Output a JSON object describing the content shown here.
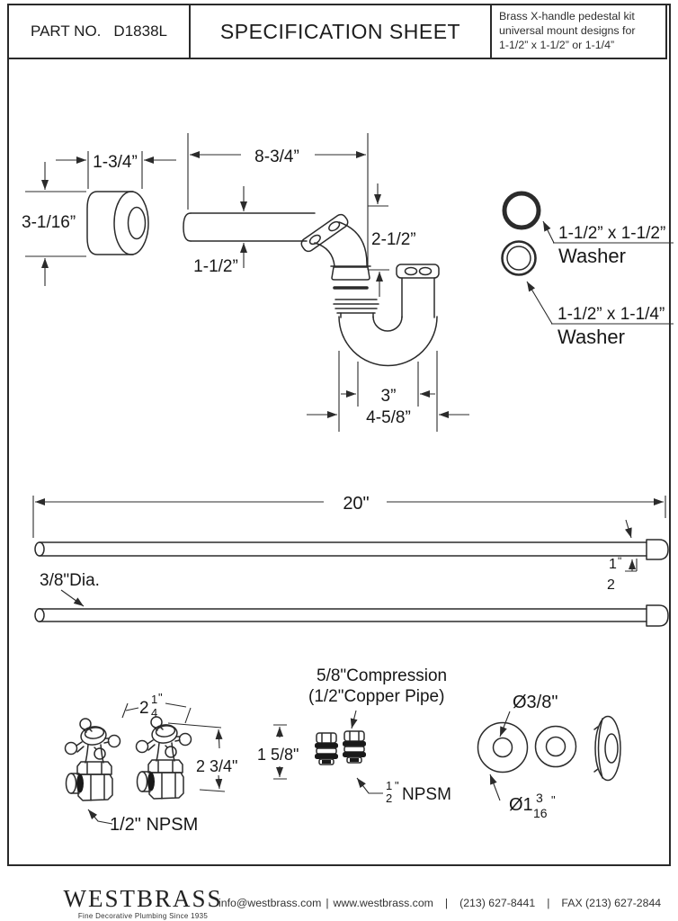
{
  "header": {
    "part_no_label": "PART NO.",
    "part_no_value": "D1838L",
    "title": "SPECIFICATION SHEET",
    "description_lines": [
      "Brass X-handle pedestal kit",
      "universal mount designs for",
      "1-1/2” x 1-1/2” or 1-1/4”"
    ]
  },
  "diagram": {
    "flange": {
      "width": "1-3/4”",
      "height": "3-1/16”"
    },
    "trap_arm": {
      "length": "8-3/4”",
      "diameter": "1-1/2”",
      "drop": "2-1/2”"
    },
    "trap": {
      "center_span": "3”",
      "outer_span": "4-5/8”"
    },
    "washers": {
      "w1_size": "1-1/2” x 1-1/2”",
      "w1_word": "Washer",
      "w2_size": "1-1/2” x 1-1/4”",
      "w2_word": "Washer"
    },
    "riser": {
      "length": "20\"",
      "dia_label": "3/8\"Dia.",
      "tip_num": "1",
      "tip_unit": "\"",
      "tip_den": "2"
    },
    "valve": {
      "span_whole": "2",
      "span_num": "1",
      "span_unit": "\"",
      "span_den": "4",
      "height": "2 3/4\"",
      "nut_height": "1 5/8\"",
      "npsm_label": "1/2\" NPSM"
    },
    "compression": {
      "line1": "5/8\"Compression",
      "line2": "(1/2\"Copper Pipe)",
      "npsm_num": "1",
      "npsm_den": "2",
      "npsm_unit": "\"",
      "npsm_word": "NPSM"
    },
    "small_washers": {
      "hole_dia": "Ø3/8\"",
      "outer_prefix": "Ø1",
      "outer_num": "3",
      "outer_den": "16",
      "outer_unit": "\""
    }
  },
  "footer": {
    "brand": "WESTBRASS",
    "tagline": "Fine Decorative Plumbing Since 1935",
    "email": "info@westbrass.com",
    "website": "www.westbrass.com",
    "phone": "(213) 627-8441",
    "fax": "FAX (213) 627-2844",
    "separator": "|"
  }
}
